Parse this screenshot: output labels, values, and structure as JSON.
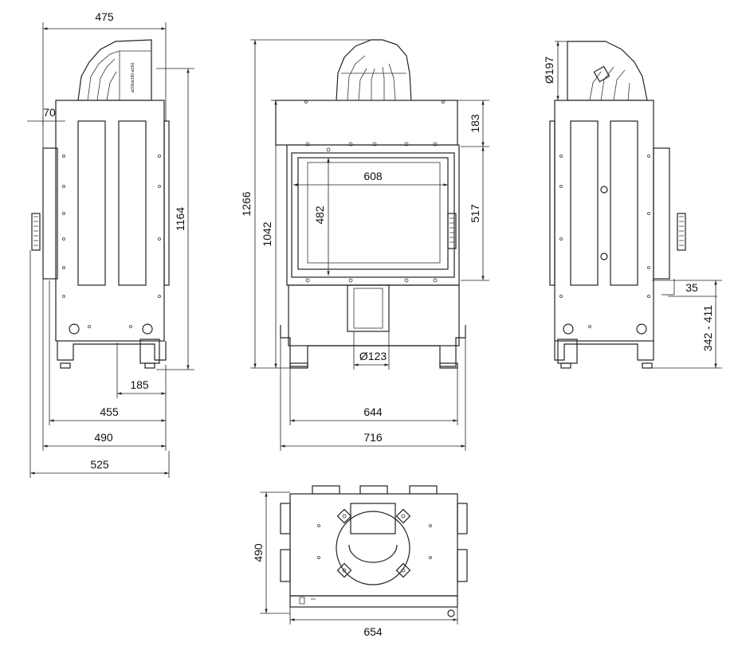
{
  "dimensions": {
    "left_view": {
      "top_width": "475",
      "offset_70": "70",
      "height_1164": "1164",
      "foot_185": "185",
      "width_455": "455",
      "width_490": "490",
      "width_525": "525"
    },
    "front_view": {
      "height_1266": "1266",
      "height_1042": "1042",
      "glass_width": "608",
      "glass_height": "482",
      "top_183": "183",
      "door_517": "517",
      "flue_diameter": "Ø123",
      "width_644": "644",
      "width_716": "716"
    },
    "right_view": {
      "flue_diameter": "Ø197",
      "offset_35": "35",
      "leg_range": "342 - 411"
    },
    "top_view": {
      "depth_490": "490",
      "width_654": "654"
    }
  },
  "labels": {
    "spigot_marking": "ø200/ø180-ø150"
  }
}
